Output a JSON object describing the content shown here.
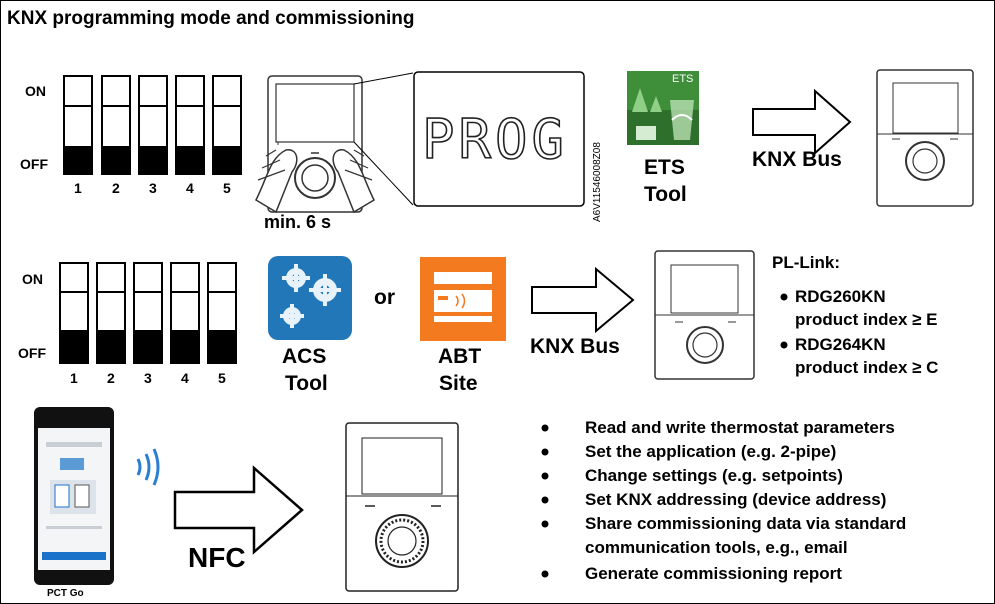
{
  "title": "KNX programming mode and commissioning",
  "row1": {
    "on_label": "ON",
    "off_label": "OFF",
    "switch_numbers": [
      "1",
      "2",
      "3",
      "4",
      "5"
    ],
    "press_time": "min. 6 s",
    "display_text": "PROG",
    "figure_code": "A6V11546008Z08",
    "ets_badge": "ETS",
    "tool_name": "ETS",
    "tool_suffix": "Tool",
    "bus_label": "KNX Bus"
  },
  "row2": {
    "on_label": "ON",
    "off_label": "OFF",
    "switch_numbers": [
      "1",
      "2",
      "3",
      "4",
      "5"
    ],
    "acs_name": "ACS",
    "acs_suffix": "Tool",
    "or_label": "or",
    "abt_name": "ABT",
    "abt_suffix": "Site",
    "bus_label": "KNX Bus",
    "pl_link_title": "PL-Link:",
    "pl_link_items": [
      {
        "line1": "RDG260KN",
        "line2": "product index ≥ E"
      },
      {
        "line1": "RDG264KN",
        "line2": "product index ≥ C"
      }
    ]
  },
  "row3": {
    "phone_label": "PCT Go",
    "nfc_label": "NFC",
    "features": [
      "Read and write thermostat parameters",
      "Set the application (e.g. 2-pipe)",
      "Change settings (e.g. setpoints)",
      "Set KNX addressing (device address)",
      "Share commissioning data via standard",
      "communication tools, e.g., email",
      "Generate commissioning report"
    ]
  },
  "colors": {
    "ets_green": "#3f8f3a",
    "acs_blue": "#2277b8",
    "abt_orange": "#f47a20",
    "app_blue": "#1a73c8"
  }
}
